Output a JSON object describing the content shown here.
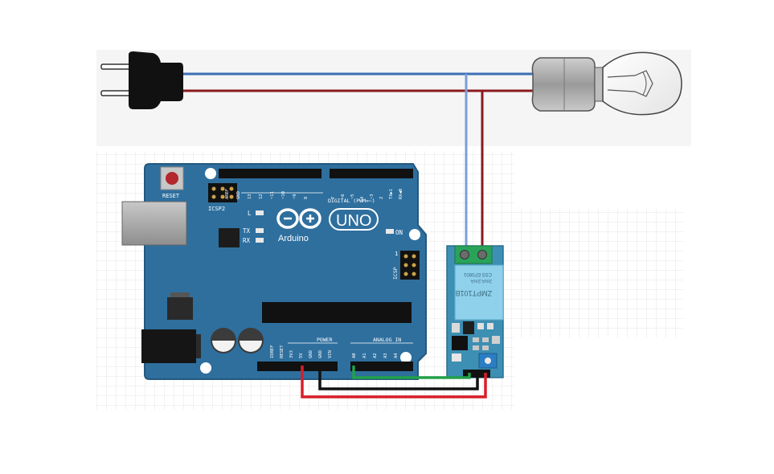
{
  "colors": {
    "board": "#2e6f9e",
    "board_edge": "#24587f",
    "wire_blue": "#3b6fb5",
    "wire_darkred": "#8b1a1f",
    "wire_red": "#d81e2a",
    "wire_black": "#111111",
    "wire_green": "#22a04a",
    "module_pcb": "#3d8fb3",
    "module_relay": "#8fd0ea",
    "terminal": "#2aa35a"
  },
  "plug": {
    "icon": "power-plug-icon"
  },
  "lamp": {
    "icon": "light-bulb-icon"
  },
  "arduino": {
    "logo_text": "Arduino",
    "model": "UNO",
    "reset": "RESET",
    "icsp2": "ICSP2",
    "icsp": "ICSP",
    "led_l": "L",
    "led_tx": "TX",
    "led_rx": "RX",
    "on": "ON",
    "digital_label": "DIGITAL (PWM=~)",
    "power_label": "POWER",
    "analog_label": "ANALOG IN",
    "digital_pins_left": [
      "AREF",
      "GND",
      "13",
      "12",
      "~11",
      "~10",
      "~9",
      "8"
    ],
    "digital_pins_right": [
      "7",
      "~6",
      "~5",
      "4",
      "~3",
      "2",
      "TX▶1",
      "RX◀0"
    ],
    "power_pins": [
      "IOREF",
      "RESET",
      "3V3",
      "5V",
      "GND",
      "GND",
      "VIN"
    ],
    "analog_pins": [
      "A0",
      "A1",
      "A2",
      "A3",
      "A4",
      "A5"
    ],
    "icsp_pin_1": "1"
  },
  "sensor": {
    "chip_text": "ZMPT101B",
    "relay_text_1": "2mA:2mA",
    "relay_text_2": "CSS EF0801"
  }
}
